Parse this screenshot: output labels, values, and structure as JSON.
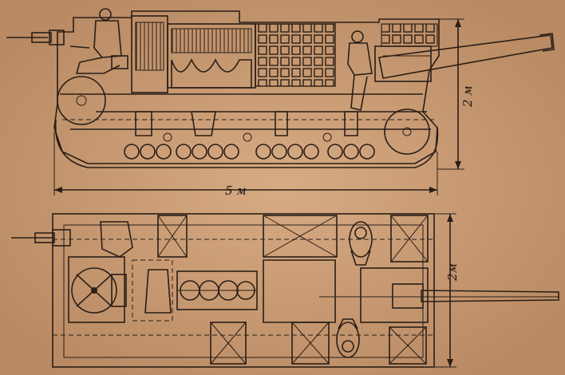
{
  "labels": {
    "length": "5 м",
    "height": "2 м",
    "width": "2м"
  },
  "colors": {
    "paper": "#c89a72",
    "ink": "#2a1e16"
  }
}
